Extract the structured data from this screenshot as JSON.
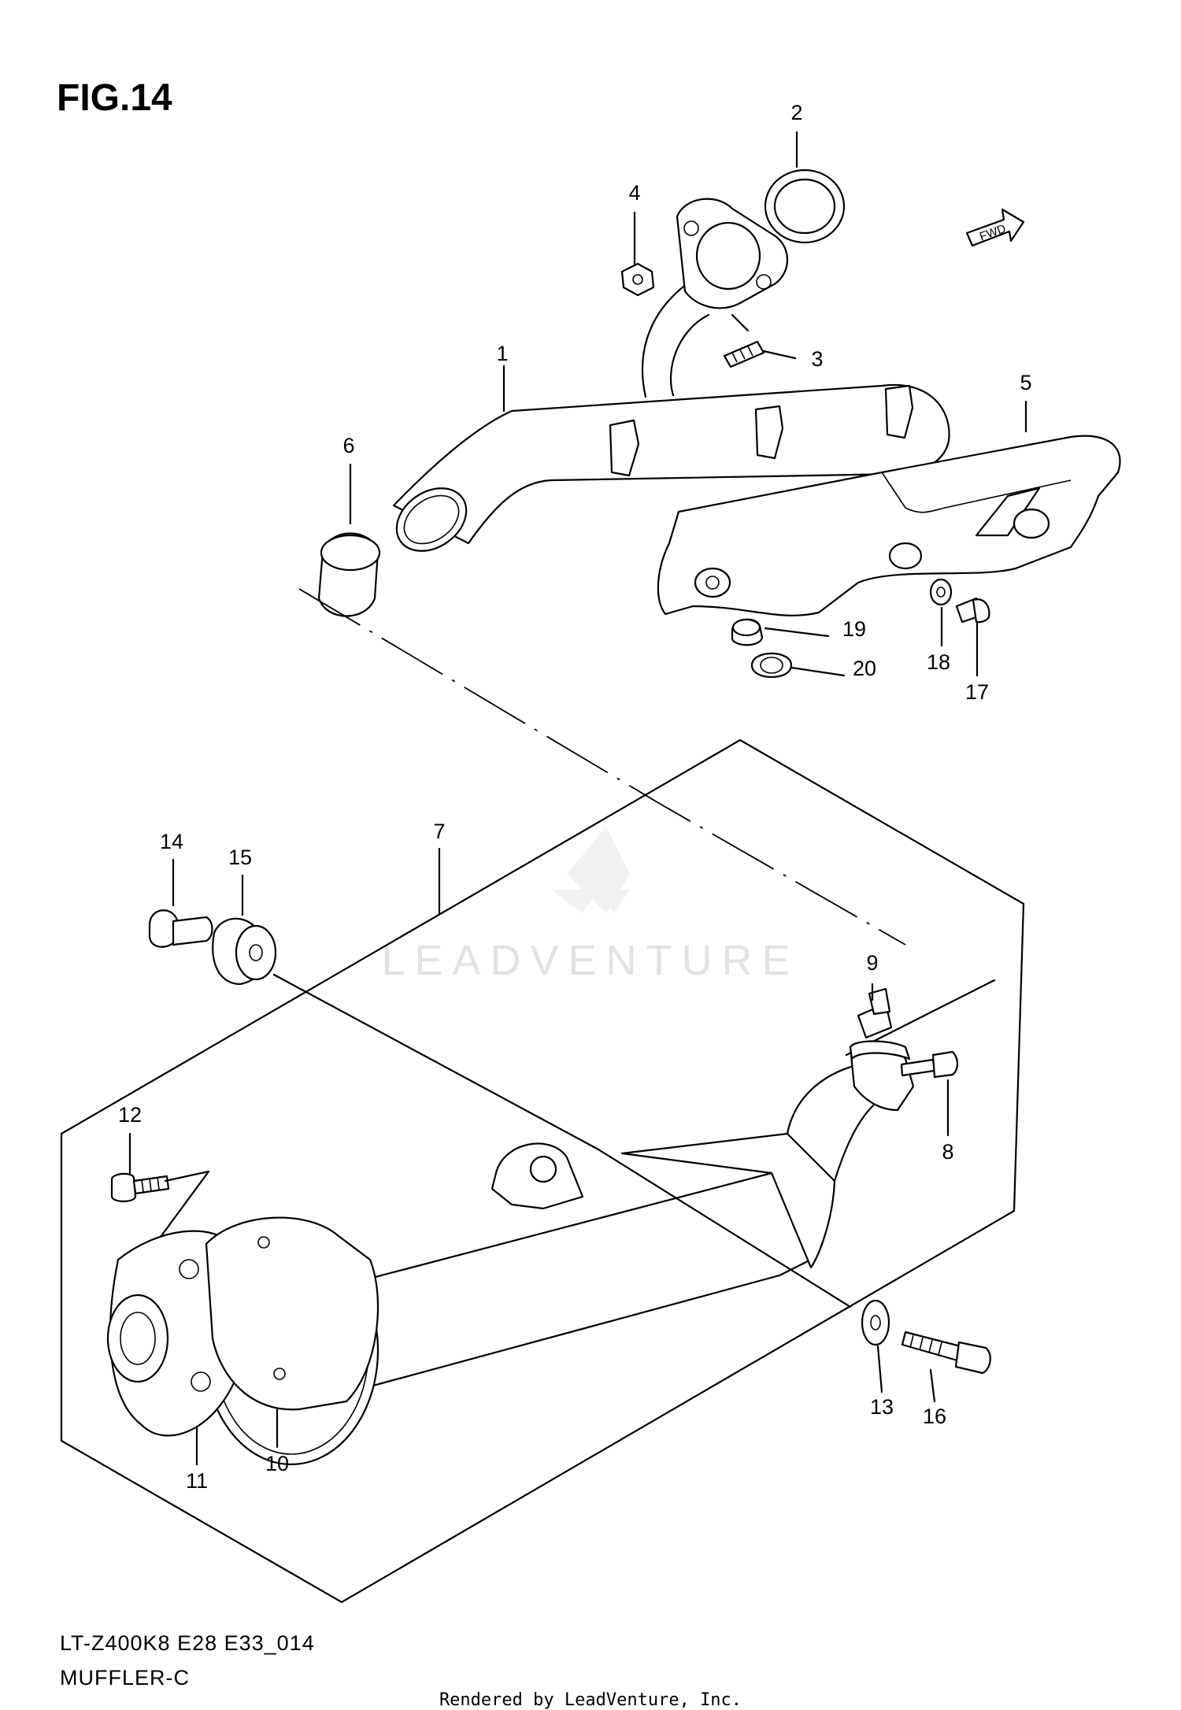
{
  "figure": {
    "title": "FIG.14",
    "model_code": "LT-Z400K8 E28 E33_014",
    "section_name": "MUFFLER-C",
    "rendered_by": "Rendered by LeadVenture, Inc.",
    "watermark": "LEADVENTURE",
    "fwd_label": "FWD"
  },
  "callouts": [
    "1",
    "2",
    "3",
    "4",
    "5",
    "6",
    "7",
    "8",
    "9",
    "10",
    "11",
    "12",
    "13",
    "14",
    "15",
    "16",
    "17",
    "18",
    "19",
    "20"
  ]
}
